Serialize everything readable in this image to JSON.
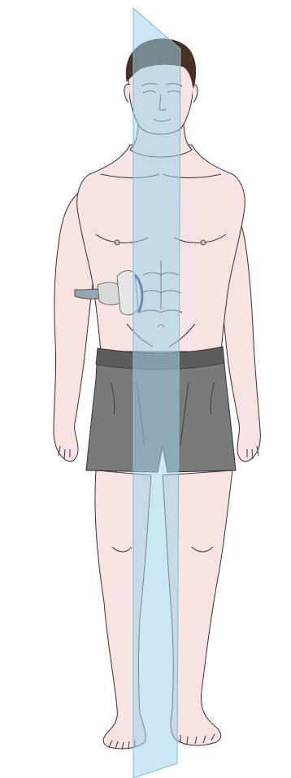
{
  "figure": {
    "subject": "standing-male-figure",
    "overlay": "sagittal-plane",
    "device": "ultrasound-probe"
  },
  "colors": {
    "skin": "#f7e3e1",
    "skin_shadow": "#e9c9c6",
    "outline": "#3a2f2f",
    "hair": "#4a3020",
    "shorts": "#7a7a7a",
    "shorts_dark": "#5d5d5d",
    "plane": "#9fd3ea",
    "probe_body": "#d9d9d9",
    "probe_cable": "#9aa3b5",
    "probe_face": "#2a2a7a"
  }
}
